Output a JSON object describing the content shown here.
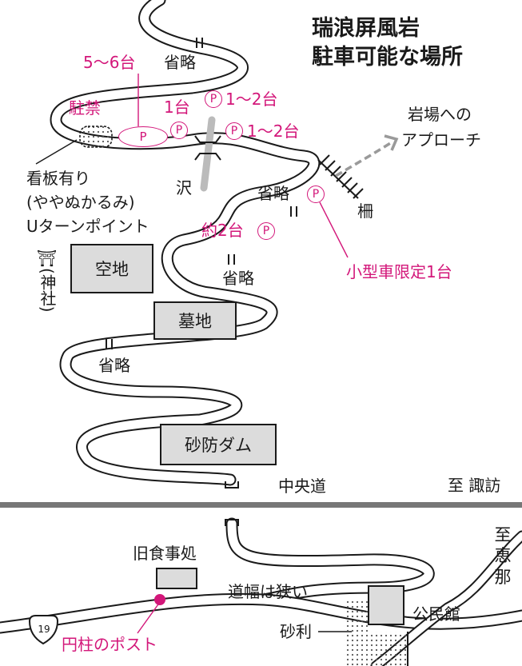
{
  "title": [
    "瑞浪屏風岩",
    "駐車可能な場所"
  ],
  "parking": {
    "p1": "5〜6台",
    "p2": "1台",
    "p3": "1〜2台",
    "p4": "1〜2台",
    "p5": "約2台",
    "small": "小型車限定1台",
    "p_symbol": "P"
  },
  "labels": {
    "no_parking": "駐禁",
    "signboard": "看板有り",
    "signboard_sub": "(ややぬかるみ)",
    "uturn": "Uターンポイント",
    "shrine_mark": "⛩",
    "shrine_text": "(神社)",
    "stream": "沢",
    "rock_approach_1": "岩場への",
    "rock_approach_2": "アプローチ",
    "fence": "柵",
    "omitted": "省略",
    "expressway": "中央道",
    "to_suwa": "至 諏訪",
    "to_ena": "至恵那",
    "old_restaurant": "旧食事処",
    "narrow_road": "道幅は狭い",
    "gravel": "砂利",
    "community_hall": "公民館",
    "round_post": "円柱のポスト",
    "route_number": "19"
  },
  "boxes": {
    "vacant_lot": "空地",
    "cemetery": "墓地",
    "sabo_dam": "砂防ダム"
  },
  "colors": {
    "accent": "#d3177a",
    "road": "#1a1a1a",
    "expressway": "#777777",
    "box_fill": "#dcdcdc"
  }
}
